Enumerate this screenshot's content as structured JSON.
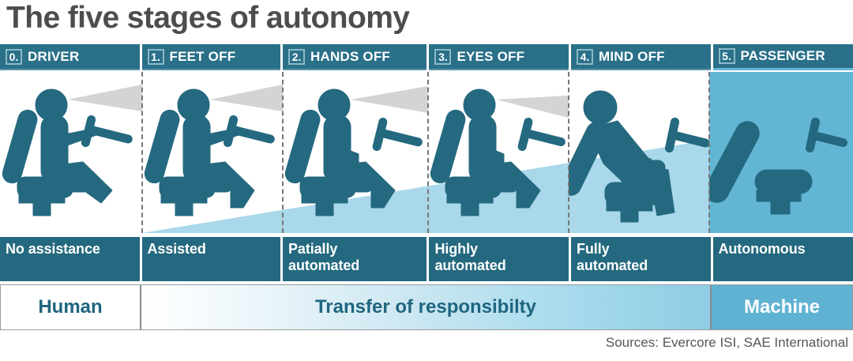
{
  "title": "The five stages of autonomy",
  "source": "Sources: Evercore ISI, SAE International",
  "colors": {
    "header_bg": "#2a7089",
    "label_bg": "#24697f",
    "figure": "#24697f",
    "machine_blue": "#63b5d4",
    "wedge_blue": "#a8d8ea",
    "vision_cone": "#d4d4d4",
    "title_grey": "#4d4d4d",
    "text_teal": "#1f6580"
  },
  "stages": [
    {
      "number": "0.",
      "name": "DRIVER",
      "automation_label": "No assistance",
      "posture": "upright",
      "hands_on_wheel": true,
      "feet_on_pedals": true,
      "vision_cone": true,
      "seat_occupied": true
    },
    {
      "number": "1.",
      "name": "FEET OFF",
      "automation_label": "Assisted",
      "posture": "upright",
      "hands_on_wheel": true,
      "feet_on_pedals": false,
      "vision_cone": true,
      "seat_occupied": true
    },
    {
      "number": "2.",
      "name": "HANDS OFF",
      "automation_label": "Patially\nautomated",
      "automation_label_line1": "Patially",
      "automation_label_line2": "automated",
      "posture": "upright",
      "hands_on_wheel": false,
      "feet_on_pedals": false,
      "vision_cone": true,
      "seat_occupied": true
    },
    {
      "number": "3.",
      "name": "EYES OFF",
      "automation_label": "Highly\nautomated",
      "automation_label_line1": "Highly",
      "automation_label_line2": "automated",
      "posture": "upright",
      "hands_on_wheel": false,
      "feet_on_pedals": false,
      "vision_cone": true,
      "seat_occupied": true
    },
    {
      "number": "4.",
      "name": "MIND OFF",
      "automation_label": "Fully\nautomated",
      "automation_label_line1": "Fully",
      "automation_label_line2": "automated",
      "posture": "reclined",
      "hands_on_wheel": false,
      "feet_on_pedals": false,
      "vision_cone": false,
      "seat_occupied": true
    },
    {
      "number": "5.",
      "name": "PASSENGER",
      "automation_label": "Autonomous",
      "automation_label_line1": "Autonomous",
      "automation_label_line2": "",
      "posture": "empty",
      "hands_on_wheel": false,
      "feet_on_pedals": false,
      "vision_cone": false,
      "seat_occupied": false
    }
  ],
  "responsibility": {
    "left": "Human",
    "middle": "Transfer of responsibilty",
    "right": "Machine"
  }
}
